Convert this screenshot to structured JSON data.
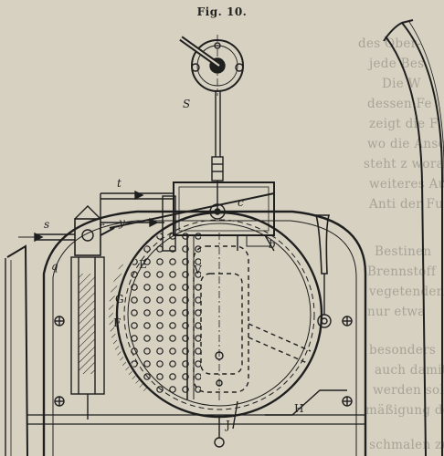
{
  "figure": {
    "caption": "Fig. 10."
  },
  "labels": {
    "S": "S",
    "t": "t",
    "s": "s",
    "r": "r",
    "y": "y",
    "q": "q",
    "c": "c",
    "b": "b",
    "E": "E",
    "V": "V",
    "G": "G",
    "F": "F",
    "H": "H",
    "J": "J"
  },
  "background_text": [
    "des Ober-",
    "jede Bes",
    "Die W",
    "dessen Fe",
    "zeigt die F",
    "wo die Ansc",
    "steht z worau",
    "weiteres Aus",
    "Anti der Fun",
    "Bestinen",
    "Brennstoff",
    "vegetenden",
    "nur etwa",
    "besonders",
    "auch damit",
    "werden soll",
    "mäßigung des",
    "schmalen zu"
  ],
  "colors": {
    "paper": "#d6d1c1",
    "ink": "#1f1f1f",
    "bleed": "#a8a397"
  }
}
